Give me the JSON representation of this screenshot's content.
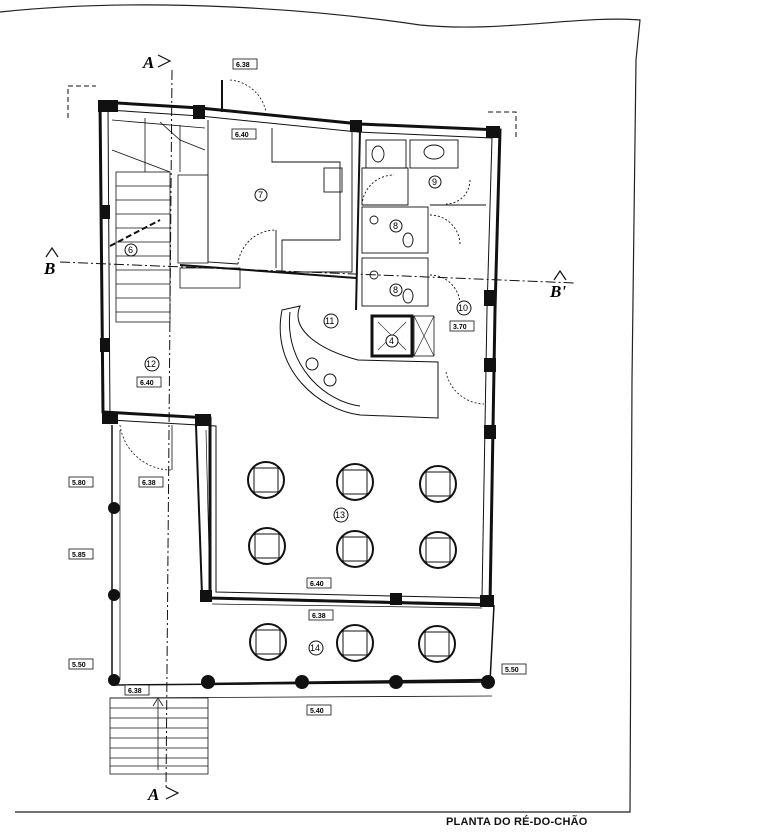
{
  "title": "PLANTA DO RÉ-DO-CHÃO",
  "section_markers": {
    "a_top": "A",
    "a_bottom": "A",
    "b_left": "B",
    "b_right": "B'"
  },
  "dimensions": {
    "d_top": "6.38",
    "d_room7": "6.40",
    "d_room10": "3.70",
    "d_room12": "6.40",
    "d_left_inner": "6.38",
    "d_left_1": "5.80",
    "d_left_2": "5.85",
    "d_left_3": "5.50",
    "d_right_3": "5.50",
    "d_dining_bottom": "6.40",
    "d_window_bottom": "6.38",
    "d_porch_left": "6.38",
    "d_porch_bottom": "5.40"
  },
  "rooms": {
    "r4": "4",
    "r6": "6",
    "r7": "7",
    "r8a": "8",
    "r8b": "8",
    "r9": "9",
    "r10": "10",
    "r11": "11",
    "r12": "12",
    "r13": "13",
    "r14": "14"
  }
}
